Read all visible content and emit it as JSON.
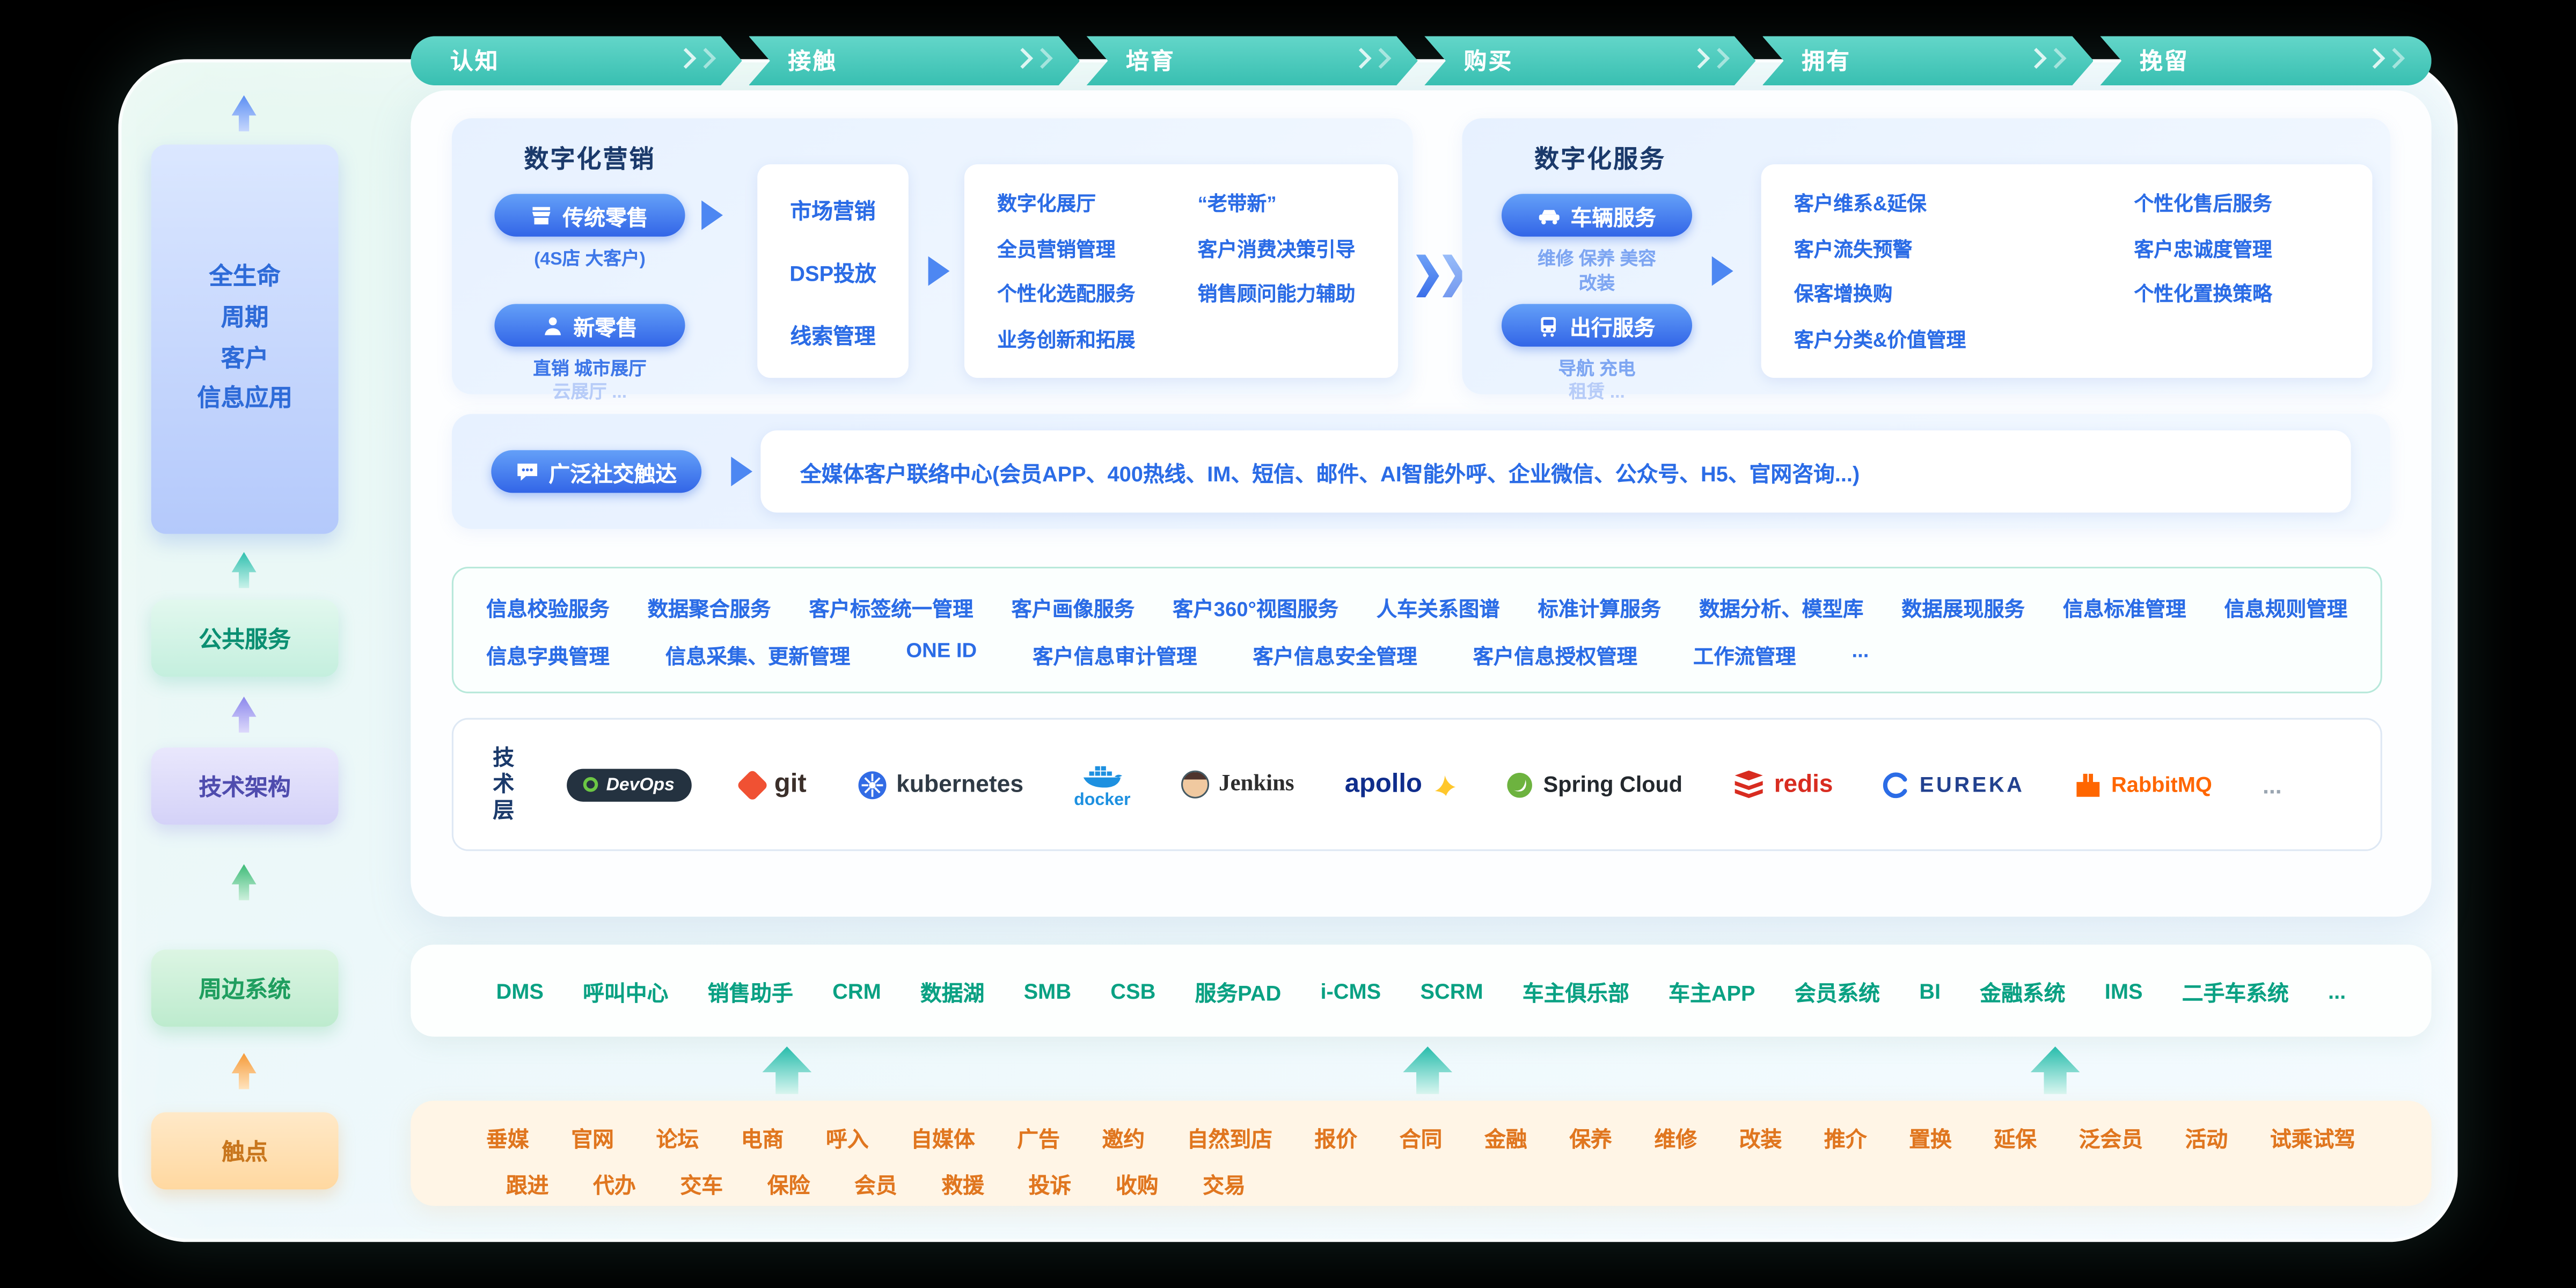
{
  "colors": {
    "stage_teal": "#3bbfb2",
    "accent_blue": "#2b6ce6",
    "pill_blue": "#3a6fe9",
    "services_green": "#0aa183",
    "touch_orange": "#e0761f",
    "lifecycle_blue": "#2e6bd8"
  },
  "stages": [
    "认知",
    "接触",
    "培育",
    "购买",
    "拥有",
    "挽留"
  ],
  "sidebar": {
    "lifecycle": "全生命\n周期\n客户\n信息应用",
    "common_services": "公共服务",
    "tech_architecture": "技术架构",
    "peripheral_systems": "周边系统",
    "touchpoints": "触点"
  },
  "marketing": {
    "title": "数字化营销",
    "traditional": {
      "label": "传统零售",
      "sub": "(4S店 大客户)"
    },
    "new_retail": {
      "label": "新零售",
      "sub1": "直销 城市展厅",
      "sub2": "云展厅 ..."
    },
    "funnel": [
      "市场营销",
      "DSP投放",
      "线索管理"
    ],
    "col1": [
      "数字化展厅",
      "全员营销管理",
      "个性化选配服务",
      "业务创新和拓展"
    ],
    "col2": [
      "“老带新”",
      "客户消费决策引导",
      "销售顾问能力辅助"
    ]
  },
  "service": {
    "title": "数字化服务",
    "vehicle": {
      "label": "车辆服务",
      "sub1": "维修 保养 美容",
      "sub2": "改装"
    },
    "travel": {
      "label": "出行服务",
      "sub1": "导航 充电",
      "sub2": "租赁 ..."
    },
    "col1": [
      "客户维系&延保",
      "客户流失预警",
      "保客增换购",
      "客户分类&价值管理"
    ],
    "col2": [
      "个性化售后服务",
      "客户忠诚度管理",
      "个性化置换策略"
    ]
  },
  "social": {
    "button": "广泛社交触达",
    "text": "全媒体客户联络中心(会员APP、400热线、IM、短信、邮件、AI智能外呼、企业微信、公众号、H5、官网咨询...)"
  },
  "common_services": {
    "row1": [
      "信息校验服务",
      "数据聚合服务",
      "客户标签统一管理",
      "客户画像服务",
      "客户360°视图服务",
      "人车关系图谱",
      "标准计算服务",
      "数据分析、模型库",
      "数据展现服务",
      "信息标准管理",
      "信息规则管理"
    ],
    "row2": [
      "信息字典管理",
      "信息采集、更新管理",
      "ONE ID",
      "客户信息审计管理",
      "客户信息安全管理",
      "客户信息授权管理",
      "工作流管理",
      "..."
    ]
  },
  "tech_layer": {
    "label": "技术层",
    "logos": [
      "DevOps",
      "git",
      "kubernetes",
      "docker",
      "Jenkins",
      "apollo",
      "Spring Cloud",
      "redis",
      "EUREKA",
      "RabbitMQ",
      "..."
    ]
  },
  "peripheral_systems": [
    "DMS",
    "呼叫中心",
    "销售助手",
    "CRM",
    "数据湖",
    "SMB",
    "CSB",
    "服务PAD",
    "i-CMS",
    "SCRM",
    "车主俱乐部",
    "车主APP",
    "会员系统",
    "BI",
    "金融系统",
    "IMS",
    "二手车系统",
    "..."
  ],
  "touchpoints": {
    "row1": [
      "垂媒",
      "官网",
      "论坛",
      "电商",
      "呼入",
      "自媒体",
      "广告",
      "邀约",
      "自然到店",
      "报价",
      "合同",
      "金融",
      "保养",
      "维修",
      "改装",
      "推介",
      "置换",
      "延保",
      "泛会员",
      "活动",
      "试乘试驾"
    ],
    "row2": [
      "跟进",
      "代办",
      "交车",
      "保险",
      "会员",
      "救援",
      "投诉",
      "收购",
      "交易"
    ]
  }
}
